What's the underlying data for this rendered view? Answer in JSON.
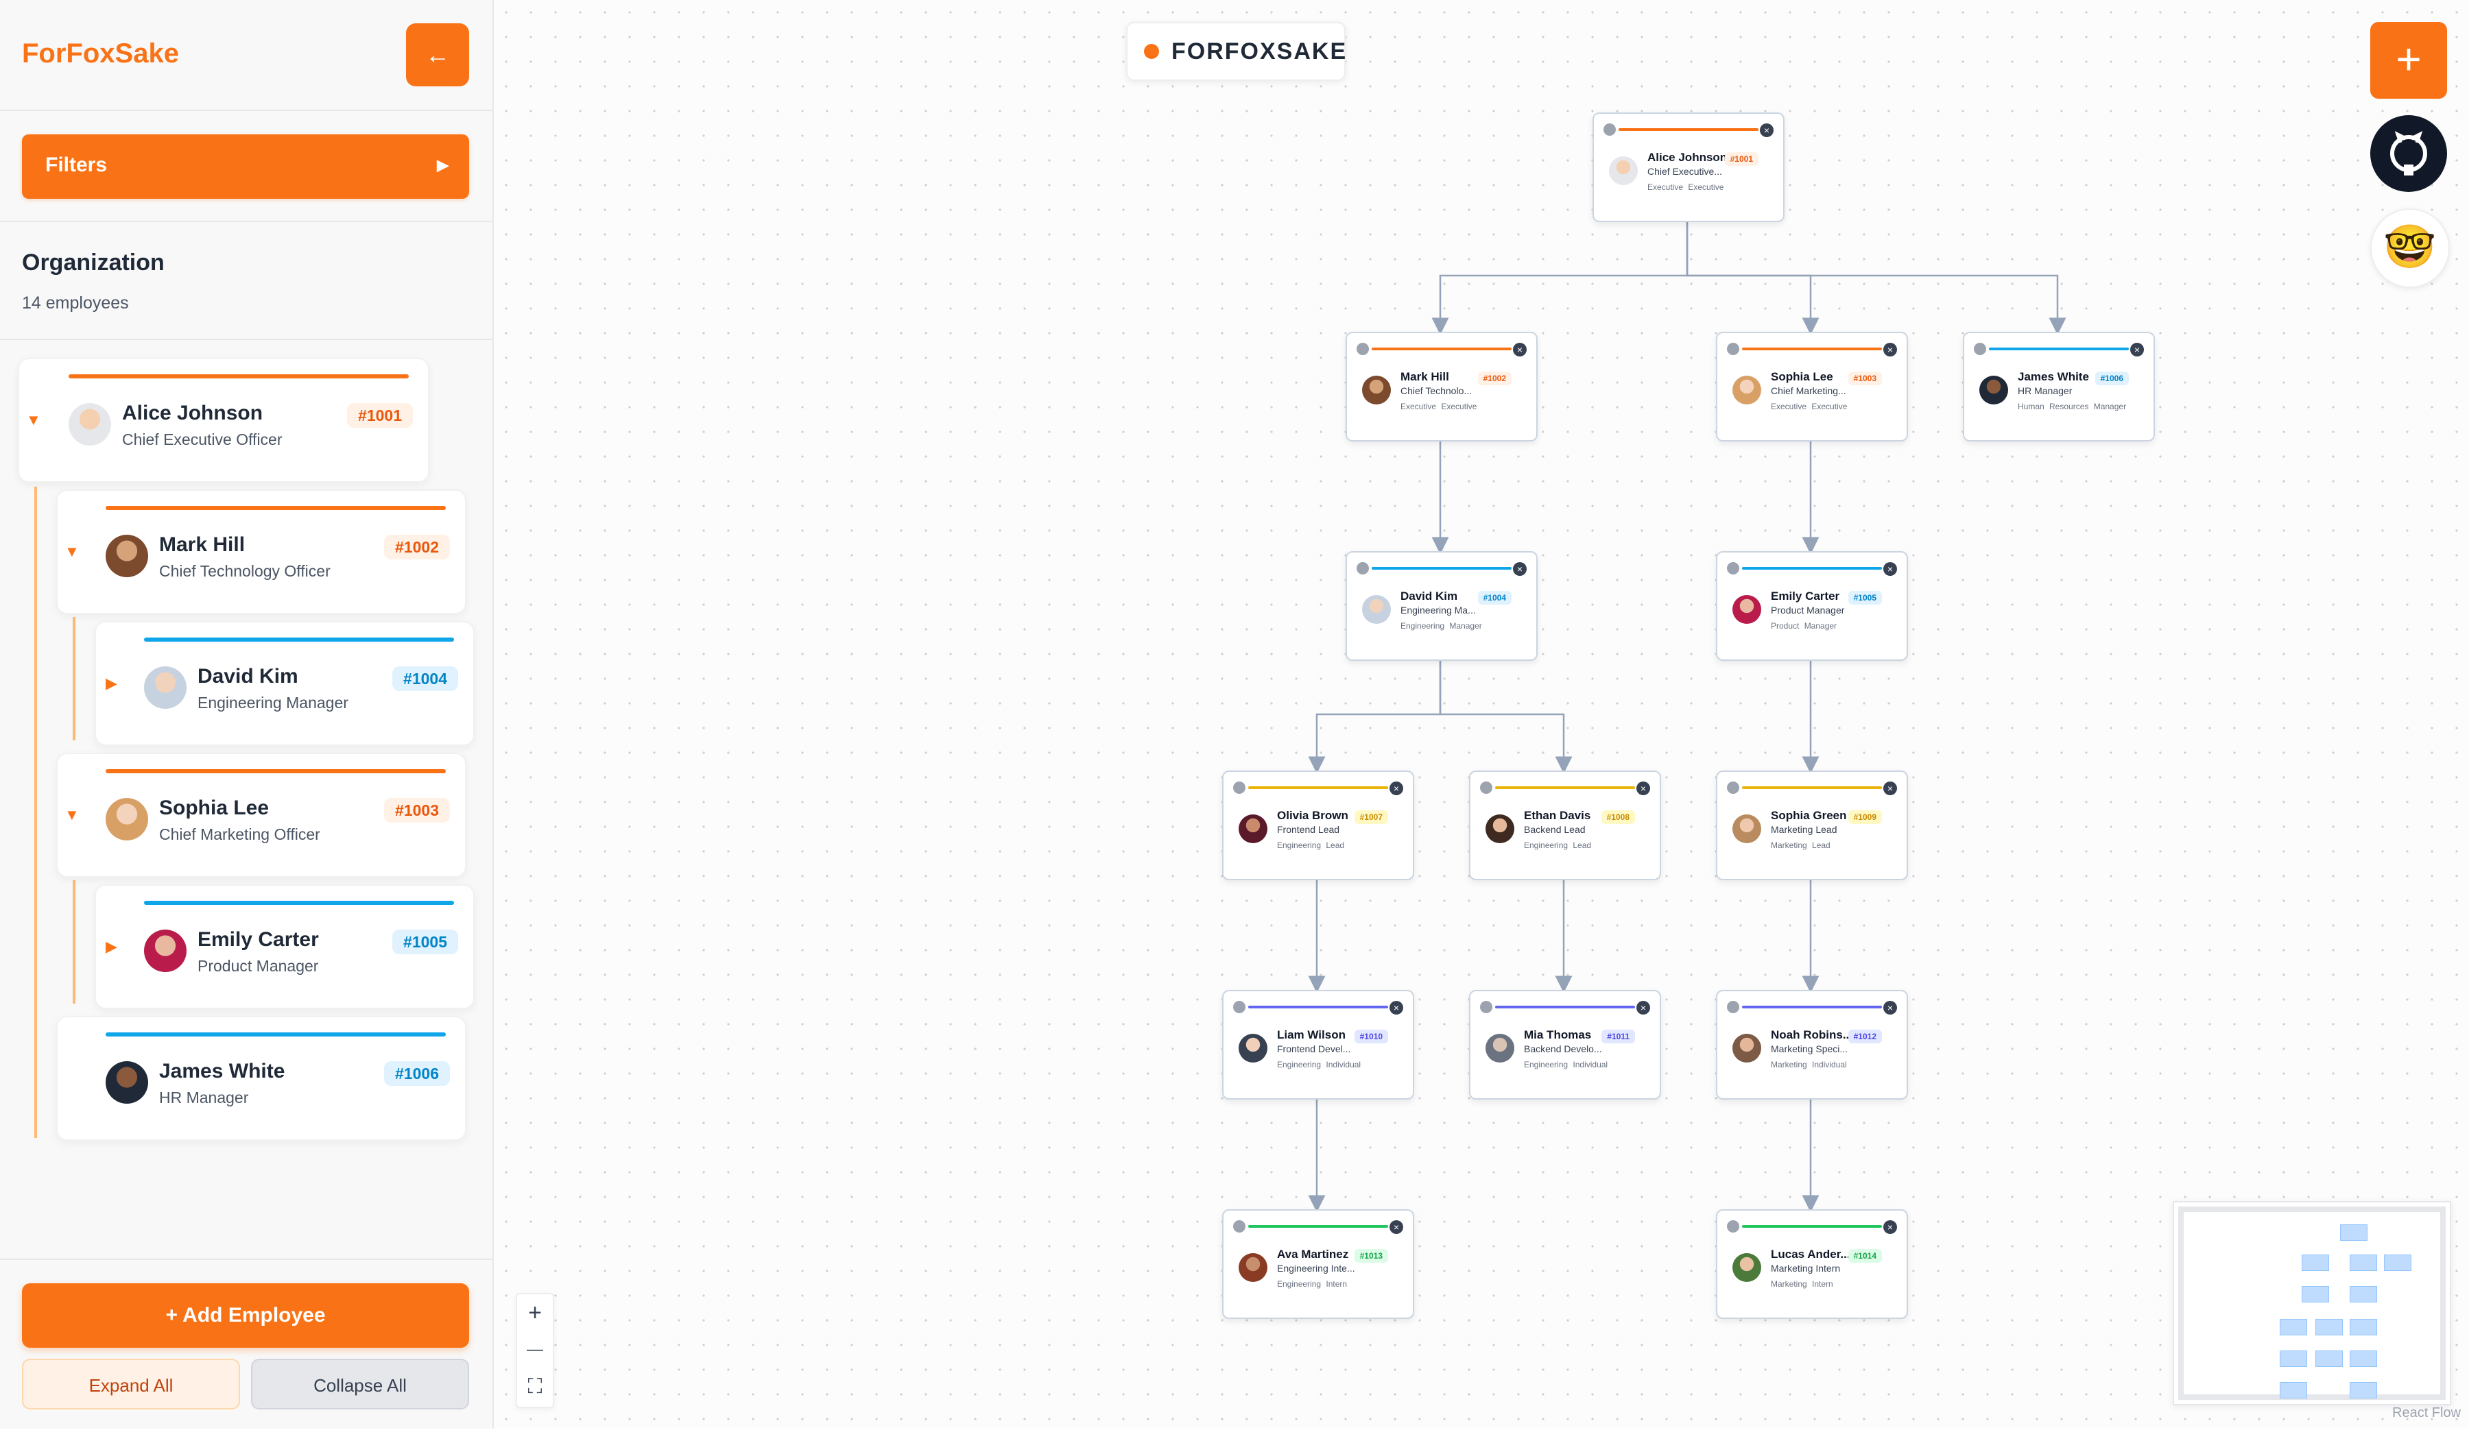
{
  "sidebar": {
    "logo": "ForFoxSake",
    "back_icon": "←",
    "filters": {
      "label": "Filters",
      "arrow": "▶"
    },
    "org_title": "Organization",
    "employee_count": "14 employees",
    "tree": [
      {
        "toggle": "▼",
        "name": "Alice Johnson",
        "title": "Chief Executive Officer",
        "id": "#1001",
        "accent": "orange"
      },
      {
        "toggle": "▼",
        "name": "Mark Hill",
        "title": "Chief Technology Officer",
        "id": "#1002",
        "accent": "orange"
      },
      {
        "toggle": "▶",
        "name": "David Kim",
        "title": "Engineering Manager",
        "id": "#1004",
        "accent": "blue"
      },
      {
        "toggle": "▼",
        "name": "Sophia Lee",
        "title": "Chief Marketing Officer",
        "id": "#1003",
        "accent": "orange"
      },
      {
        "toggle": "▶",
        "name": "Emily Carter",
        "title": "Product Manager",
        "id": "#1005",
        "accent": "blue"
      },
      {
        "toggle": "",
        "name": "James White",
        "title": "HR Manager",
        "id": "#1006",
        "accent": "blue"
      }
    ],
    "add_employee": "+ Add Employee",
    "expand_all": "Expand All",
    "collapse_all": "Collapse All"
  },
  "canvas": {
    "brand": "FORFOXSAKE",
    "fab_add": "+",
    "fab_github_icon": "github-icon",
    "fab_emoji": "🤓",
    "zoom_in": "+",
    "zoom_out": "—",
    "fit_view": "⛶",
    "attribution": "React Flow",
    "nodes": [
      {
        "name": "Alice Johnson",
        "title": "Chief Executive...",
        "id": "#1001",
        "tags": "Executive Executive",
        "accent": "#f97316",
        "badge_bg": "#fff1e6",
        "badge_fg": "#ea580c"
      },
      {
        "name": "Mark Hill",
        "title": "Chief Technolo...",
        "id": "#1002",
        "tags": "Executive Executive",
        "accent": "#f97316",
        "badge_bg": "#fff1e6",
        "badge_fg": "#ea580c"
      },
      {
        "name": "Sophia Lee",
        "title": "Chief Marketing...",
        "id": "#1003",
        "tags": "Executive Executive",
        "accent": "#f97316",
        "badge_bg": "#fff1e6",
        "badge_fg": "#ea580c"
      },
      {
        "name": "James White",
        "title": "HR Manager",
        "id": "#1006",
        "tags": "Human Resources Manager",
        "accent": "#0ea5e9",
        "badge_bg": "#e0f2fe",
        "badge_fg": "#0284c7"
      },
      {
        "name": "David Kim",
        "title": "Engineering Ma...",
        "id": "#1004",
        "tags": "Engineering Manager",
        "accent": "#0ea5e9",
        "badge_bg": "#e0f2fe",
        "badge_fg": "#0284c7"
      },
      {
        "name": "Emily Carter",
        "title": "Product Manager",
        "id": "#1005",
        "tags": "Product Manager",
        "accent": "#0ea5e9",
        "badge_bg": "#e0f2fe",
        "badge_fg": "#0284c7"
      },
      {
        "name": "Olivia Brown",
        "title": "Frontend Lead",
        "id": "#1007",
        "tags": "Engineering Lead",
        "accent": "#eab308",
        "badge_bg": "#fef9c3",
        "badge_fg": "#ca8a04"
      },
      {
        "name": "Ethan Davis",
        "title": "Backend Lead",
        "id": "#1008",
        "tags": "Engineering Lead",
        "accent": "#eab308",
        "badge_bg": "#fef9c3",
        "badge_fg": "#ca8a04"
      },
      {
        "name": "Sophia Green",
        "title": "Marketing Lead",
        "id": "#1009",
        "tags": "Marketing Lead",
        "accent": "#eab308",
        "badge_bg": "#fef9c3",
        "badge_fg": "#ca8a04"
      },
      {
        "name": "Liam Wilson",
        "title": "Frontend Devel...",
        "id": "#1010",
        "tags": "Engineering Individual",
        "accent": "#6366f1",
        "badge_bg": "#e0e7ff",
        "badge_fg": "#4f46e5"
      },
      {
        "name": "Mia Thomas",
        "title": "Backend Develo...",
        "id": "#1011",
        "tags": "Engineering Individual",
        "accent": "#6366f1",
        "badge_bg": "#e0e7ff",
        "badge_fg": "#4f46e5"
      },
      {
        "name": "Noah Robins...",
        "title": "Marketing Speci...",
        "id": "#1012",
        "tags": "Marketing Individual",
        "accent": "#6366f1",
        "badge_bg": "#e0e7ff",
        "badge_fg": "#4f46e5"
      },
      {
        "name": "Ava Martinez",
        "title": "Engineering Inte...",
        "id": "#1013",
        "tags": "Engineering Intern",
        "accent": "#22c55e",
        "badge_bg": "#dcfce7",
        "badge_fg": "#16a34a"
      },
      {
        "name": "Lucas Ander...",
        "title": "Marketing Intern",
        "id": "#1014",
        "tags": "Marketing Intern",
        "accent": "#22c55e",
        "badge_bg": "#dcfce7",
        "badge_fg": "#16a34a"
      }
    ]
  },
  "colors": {
    "accent": "#f97316",
    "blue": "#0ea5e9",
    "edge": "#94a3b8"
  }
}
